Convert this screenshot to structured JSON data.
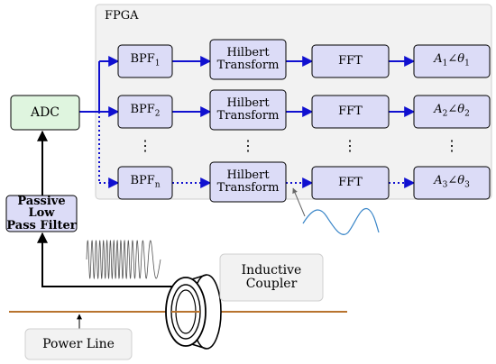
{
  "fpga": {
    "label": "FPGA"
  },
  "adc": {
    "label": "ADC"
  },
  "filter": {
    "label_line1": "Passive Low",
    "label_line2": "Pass Filter"
  },
  "coupler": {
    "label_line1": "Inductive",
    "label_line2": "Coupler"
  },
  "power_line": {
    "label": "Power Line"
  },
  "rows": [
    {
      "bpf": "BPF",
      "bpf_sub": "1",
      "hilbert_1": "Hilbert",
      "hilbert_2": "Transform",
      "fft": "FFT",
      "out_a": "A",
      "out_a_sub": "1",
      "out_t": "θ",
      "out_t_sub": "1"
    },
    {
      "bpf": "BPF",
      "bpf_sub": "2",
      "hilbert_1": "Hilbert",
      "hilbert_2": "Transform",
      "fft": "FFT",
      "out_a": "A",
      "out_a_sub": "2",
      "out_t": "θ",
      "out_t_sub": "2"
    },
    {
      "bpf": "BPF",
      "bpf_sub": "n",
      "hilbert_1": "Hilbert",
      "hilbert_2": "Transform",
      "fft": "FFT",
      "out_a": "A",
      "out_a_sub": "3",
      "out_t": "θ",
      "out_t_sub": "3"
    }
  ],
  "ellipsis": "⋮",
  "angle_symbol": "∠",
  "colors": {
    "block_fill": "#dcdcf7",
    "adc_fill": "#dff5df",
    "arrow_blue": "#1010d0",
    "power_line": "#b8732e",
    "sine": "#3a86c8",
    "fpga_bg": "#f2f2f2"
  }
}
